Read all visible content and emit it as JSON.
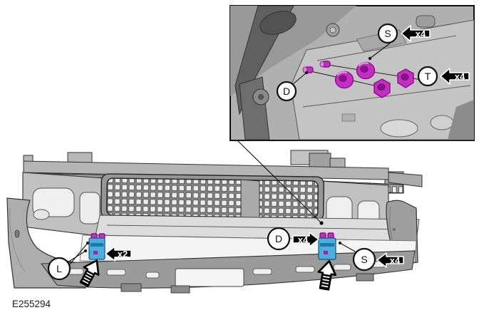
{
  "figure": {
    "code": "E255294"
  },
  "inset": {
    "callout_d": {
      "letter": "D"
    },
    "callout_s": {
      "letter": "S",
      "qty": "x4"
    },
    "callout_t": {
      "letter": "T",
      "qty": "x4"
    }
  },
  "main": {
    "callout_l": {
      "letter": "L",
      "qty": "x2"
    },
    "callout_d": {
      "letter": "D",
      "qty": "x4"
    },
    "callout_s": {
      "letter": "S",
      "qty": "x4"
    }
  },
  "colors": {
    "fastener": "#c32ec3",
    "fastener_dark": "#8a0f8a",
    "bracket_blue": "#4aaede",
    "callout_arrow": "#000000",
    "callout_arrow_text": "#ffffff"
  }
}
